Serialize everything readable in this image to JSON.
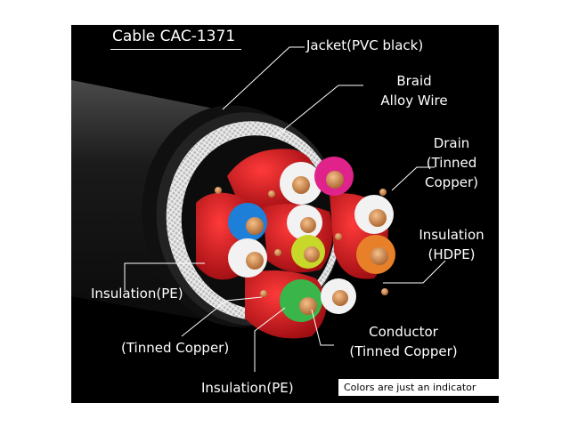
{
  "title": "Cable CAC-1371",
  "labels": {
    "jacket": "Jacket(PVC black)",
    "braid_l1": "Braid",
    "braid_l2": "Alloy Wire",
    "drain_l1": "Drain",
    "drain_l2": "(Tinned",
    "drain_l3": "Copper)",
    "insul_hdpe_l1": "Insulation",
    "insul_hdpe_l2": "(HDPE)",
    "insul_pe_left": "Insulation(PE)",
    "tinned_left": "(Tinned Copper)",
    "conductor_l1": "Conductor",
    "conductor_l2": "(Tinned Copper)",
    "insul_pe_bottom": "Insulation(PE)"
  },
  "note": "Colors are just an indicator",
  "colors": {
    "background": "#000000",
    "jacket": "#1a1a1a",
    "braid": "#c8c8c8",
    "pair_shield": "#d8161d",
    "conductor": "#d99a5c",
    "insulation_white": "#f2f2f2",
    "insulation_pink": "#e0238a",
    "insulation_blue": "#1e7fd8",
    "insulation_yellow": "#c8d82a",
    "insulation_orange": "#e8802a",
    "insulation_green": "#39b54a",
    "callout_line": "#ffffff"
  }
}
